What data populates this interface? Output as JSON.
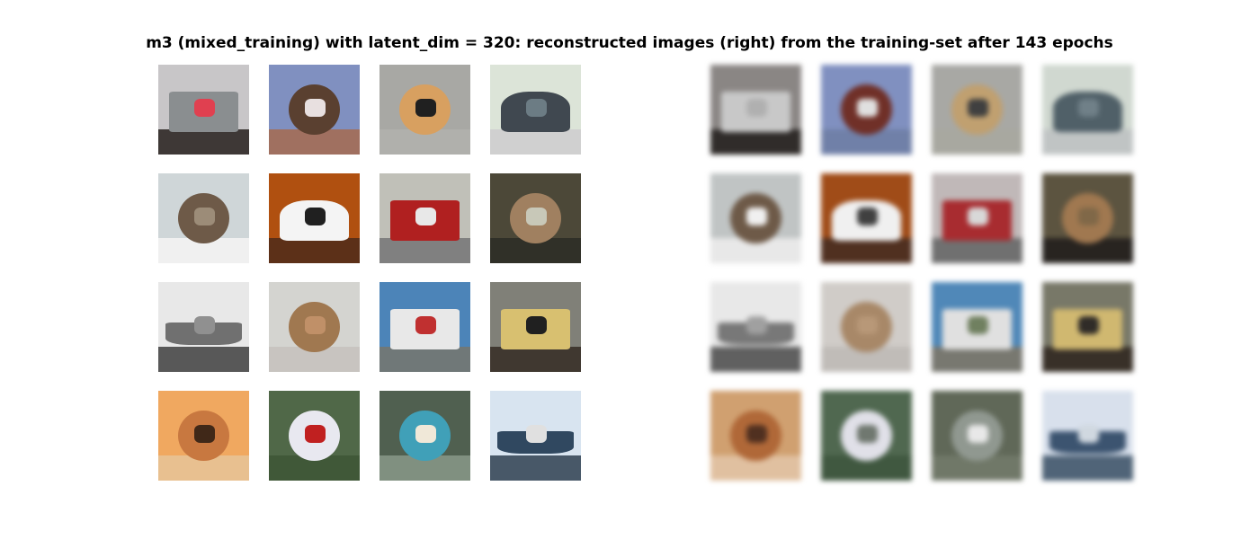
{
  "title": "m3 (mixed_training) with latent_dim = 320: reconstructed images (right) from the training-set after 143 epochs",
  "originals": [
    {
      "subject": "truck",
      "bg": "#c8c6c8",
      "fg": "#8a8e90",
      "accent": "#e04050",
      "ground": "#3e3836"
    },
    {
      "subject": "deer",
      "bg": "#8090c0",
      "fg": "#5a4030",
      "accent": "#e8e0e0",
      "ground": "#a07060"
    },
    {
      "subject": "bird",
      "bg": "#a8a8a4",
      "fg": "#d8a060",
      "accent": "#202020",
      "ground": "#b0b0ac"
    },
    {
      "subject": "car",
      "bg": "#dce4d8",
      "fg": "#404850",
      "accent": "#6c7c84",
      "ground": "#d0d0d0"
    },
    {
      "subject": "cat",
      "bg": "#cfd6d8",
      "fg": "#6e5a48",
      "accent": "#9c8c78",
      "ground": "#f0f0f0"
    },
    {
      "subject": "car",
      "bg": "#b05010",
      "fg": "#f4f4f4",
      "accent": "#202020",
      "ground": "#5c3018"
    },
    {
      "subject": "truck",
      "bg": "#c0c0b8",
      "fg": "#b02020",
      "accent": "#e8e8e8",
      "ground": "#808080"
    },
    {
      "subject": "bird",
      "bg": "#4c4838",
      "fg": "#a08060",
      "accent": "#c8c8b8",
      "ground": "#303028"
    },
    {
      "subject": "ship",
      "bg": "#e8e8e8",
      "fg": "#707070",
      "accent": "#909090",
      "ground": "#585858"
    },
    {
      "subject": "frog",
      "bg": "#d4d4d0",
      "fg": "#a07850",
      "accent": "#c09068",
      "ground": "#c8c4c0"
    },
    {
      "subject": "truck",
      "bg": "#4c84b8",
      "fg": "#e8e8e8",
      "accent": "#c03030",
      "ground": "#707878"
    },
    {
      "subject": "truck",
      "bg": "#808078",
      "fg": "#d8c070",
      "accent": "#202020",
      "ground": "#403830"
    },
    {
      "subject": "cat",
      "bg": "#f0a860",
      "fg": "#c87840",
      "accent": "#402818",
      "ground": "#e8c090"
    },
    {
      "subject": "bird",
      "bg": "#506848",
      "fg": "#e8e8f0",
      "accent": "#c02020",
      "ground": "#405838"
    },
    {
      "subject": "bird",
      "bg": "#506050",
      "fg": "#40a0b8",
      "accent": "#f0e8d8",
      "ground": "#809080"
    },
    {
      "subject": "ship",
      "bg": "#d8e4f0",
      "fg": "#304860",
      "accent": "#e0e0e0",
      "ground": "#485868"
    }
  ],
  "reconstructions": [
    {
      "subject": "truck",
      "bg": "#8a8684",
      "fg": "#c8c8c8",
      "accent": "#b0b0b0",
      "ground": "#302c2a"
    },
    {
      "subject": "deer",
      "bg": "#8090c0",
      "fg": "#703028",
      "accent": "#e0e0e0",
      "ground": "#7080a8"
    },
    {
      "subject": "bird",
      "bg": "#a8a8a4",
      "fg": "#c0a070",
      "accent": "#404040",
      "ground": "#a8a8a0"
    },
    {
      "subject": "car",
      "bg": "#d0d8d0",
      "fg": "#506068",
      "accent": "#708088",
      "ground": "#c0c4c4"
    },
    {
      "subject": "cat",
      "bg": "#c0c4c4",
      "fg": "#6e5a48",
      "accent": "#f0f0f0",
      "ground": "#e8e8e8"
    },
    {
      "subject": "car",
      "bg": "#a04c18",
      "fg": "#f0f0f0",
      "accent": "#404040",
      "ground": "#503020"
    },
    {
      "subject": "truck",
      "bg": "#c0b8b8",
      "fg": "#a82c30",
      "accent": "#d8d8d8",
      "ground": "#707070"
    },
    {
      "subject": "bird",
      "bg": "#5c5440",
      "fg": "#a07850",
      "accent": "#806848",
      "ground": "#282420"
    },
    {
      "subject": "ship",
      "bg": "#e8e8e8",
      "fg": "#787878",
      "accent": "#a0a0a0",
      "ground": "#606060"
    },
    {
      "subject": "frog",
      "bg": "#d0ccc8",
      "fg": "#a88868",
      "accent": "#b89878",
      "ground": "#c0bcb8"
    },
    {
      "subject": "truck",
      "bg": "#5088b8",
      "fg": "#e0e0e0",
      "accent": "#708060",
      "ground": "#787870"
    },
    {
      "subject": "truck",
      "bg": "#787868",
      "fg": "#d0b870",
      "accent": "#302c28",
      "ground": "#383028"
    },
    {
      "subject": "cat",
      "bg": "#d0a070",
      "fg": "#b06838",
      "accent": "#503020",
      "ground": "#e0c0a0"
    },
    {
      "subject": "bird",
      "bg": "#506850",
      "fg": "#e0e0e8",
      "accent": "#707870",
      "ground": "#405840"
    },
    {
      "subject": "bird",
      "bg": "#606858",
      "fg": "#909890",
      "accent": "#e8e8e8",
      "ground": "#707868"
    },
    {
      "subject": "ship",
      "bg": "#d8e0ec",
      "fg": "#3c5470",
      "accent": "#d0d8e0",
      "ground": "#506478"
    }
  ]
}
